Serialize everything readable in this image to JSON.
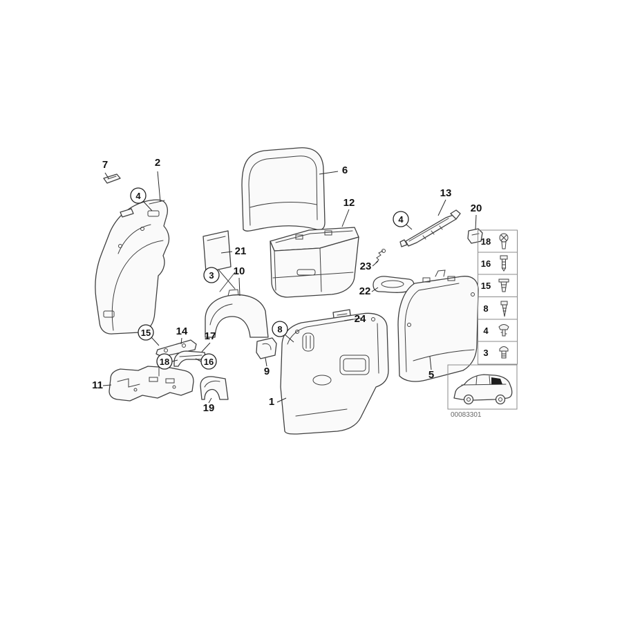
{
  "diagram": {
    "image_code": "00083301",
    "plain_callouts": {
      "p1": "1",
      "p2": "2",
      "p5": "5",
      "p6": "6",
      "p7": "7",
      "p9": "9",
      "p10": "10",
      "p11": "11",
      "p12": "12",
      "p13": "13",
      "p14": "14",
      "p17": "17",
      "p19": "19",
      "p20": "20",
      "p21": "21",
      "p22": "22",
      "p23": "23",
      "p24": "24"
    },
    "circled_callouts": {
      "c3": "3",
      "c4": "4",
      "c8": "8",
      "c15": "15",
      "c16": "16",
      "c18": "18"
    },
    "legend": {
      "items": [
        "18",
        "16",
        "15",
        "8",
        "4",
        "3"
      ]
    },
    "colors": {
      "line": "#3f3f3f",
      "label": "#111111",
      "code_text": "#666666"
    }
  }
}
